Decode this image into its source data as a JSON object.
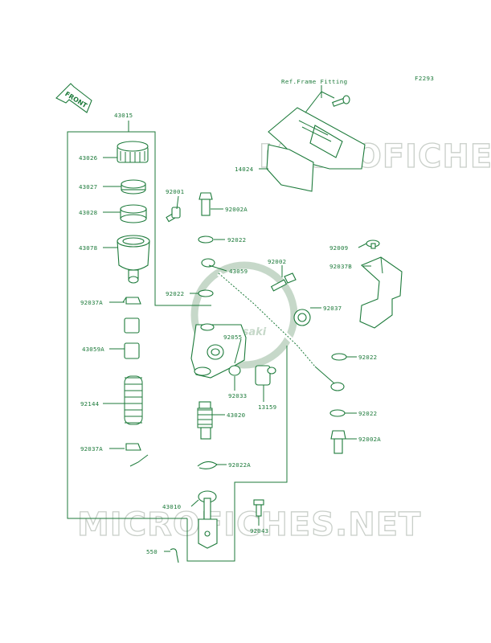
{
  "diagram_id": "F2293",
  "reference_label": "Ref.Frame Fitting",
  "front_arrow_label": "FRONT",
  "watermark_text": "MICROFICHES.NET",
  "logo_text": "Kawasaki",
  "colors": {
    "line": "#1c7a3a",
    "watermark": "#c9cfc9",
    "background": "#ffffff"
  },
  "part_labels": {
    "p43015": "43015",
    "p43026": "43026",
    "p43027": "43027",
    "p43028": "43028",
    "p43078": "43078",
    "p92037A_top": "92037A",
    "p43059A": "43059A",
    "p92144": "92144",
    "p92037A_bot": "92037A",
    "p92001": "92001",
    "p92002A_top": "92002A",
    "p92022_a": "92022",
    "p43059": "43059",
    "p92002": "92002",
    "p92022_b": "92022",
    "p92037": "92037",
    "p92055": "92055",
    "p92033": "92033",
    "p13159": "13159",
    "p43020": "43020",
    "p92022A": "92022A",
    "p43010": "43010",
    "p550": "550",
    "p92043": "92043",
    "p14024": "14024",
    "p92009": "92009",
    "p92037B": "92037B",
    "p92022_c": "92022",
    "p92022_d": "92022",
    "p92002A_bot": "92002A"
  }
}
